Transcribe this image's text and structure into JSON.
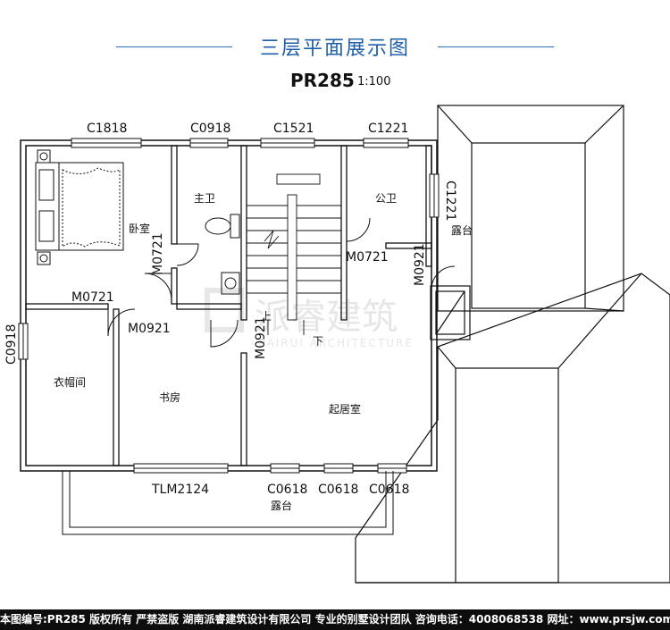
{
  "header": {
    "title": "三层平面展示图",
    "plan_code": "PR285",
    "scale": "1:100"
  },
  "window_labels": {
    "c1818": "C1818",
    "c0918_top": "C0918",
    "c1521": "C1521",
    "c1221_top": "C1221",
    "c1221_side": "C1221",
    "c0918_left": "C0918",
    "c0618_a": "C0618",
    "c0618_b": "C0618",
    "c0618_c": "C0618",
    "tlm2124": "TLM2124"
  },
  "door_labels": {
    "m0721_bedroom": "M0721",
    "m0721_closet": "M0721",
    "m0921_study": "M0921",
    "m0921_living": "M0921",
    "m0721_bath": "M0721",
    "m0921_terrace": "M0921"
  },
  "rooms": {
    "bedroom": "卧室",
    "master_bath": "主卫",
    "public_bath": "公卫",
    "terrace_top": "露台",
    "closet": "衣帽间",
    "study": "书房",
    "living": "起居室",
    "terrace_bottom": "露台",
    "stair_up": "上",
    "stair_down": "下"
  },
  "watermark": {
    "brand": "派睿建筑",
    "sub": "PAIRUI ARCHITECTURE"
  },
  "footer": {
    "text": "本图编号:PR285 版权所有 严禁盗版 湖南派睿建筑设计有限公司 专业的别墅设计团队 咨询电话：4008068538 网址：www.prsjw.com"
  }
}
